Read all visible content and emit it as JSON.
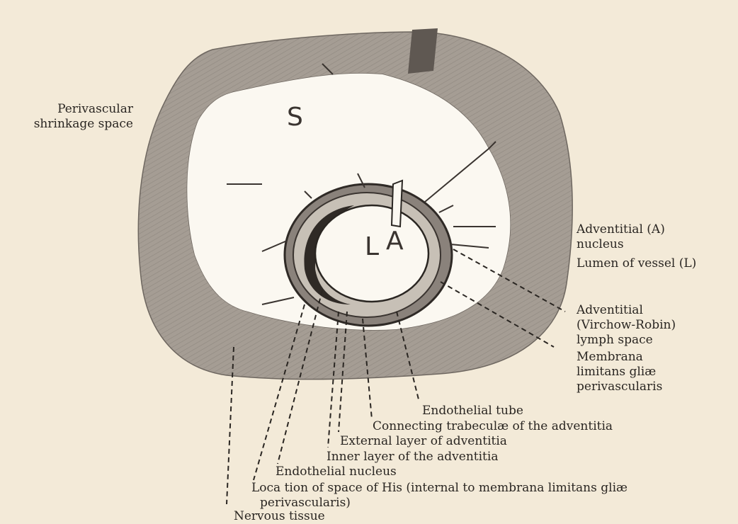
{
  "letters": {
    "s": "S",
    "l": "L",
    "a": "A"
  },
  "labels": {
    "perivascular": [
      "Perivascular",
      "shrinkage space"
    ],
    "adventitial_nucleus": [
      "Adventitial (A)",
      "nucleus"
    ],
    "lumen": "Lumen of vessel  (L)",
    "virchow": [
      "Adventitial",
      "(Virchow-Robin)",
      "lymph space"
    ],
    "membrana": [
      "Membrana",
      "limitans gliæ",
      "perivascularis"
    ],
    "endothelial_tube": "Endothelial tube",
    "trabeculae": "Connecting trabeculæ of the adventitia",
    "external_layer": "External layer of adventitia",
    "inner_layer": "Inner layer of the adventitia",
    "endothelial_nucleus": "Endothelial nucleus",
    "location_his": [
      "Loca tion of space of His (internal to membrana limitans gliæ",
      "perivascularis)"
    ],
    "nervous": "Nervous tissue"
  },
  "colors": {
    "background": "#f3ead8",
    "tissue": "#a39b92",
    "tissue_dark": "#7b746d",
    "space": "#fbf8f1",
    "ink": "#2a2622"
  }
}
